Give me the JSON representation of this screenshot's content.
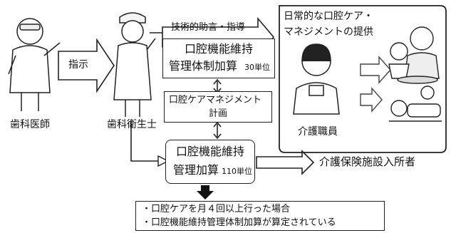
{
  "roles": {
    "dentist": "歯科医師",
    "hygienist": "歯科衛生士",
    "care_staff": "介護職員",
    "residents": "介護保険施設入所者"
  },
  "arrows": {
    "instruction": "指示",
    "advice": "技術的助言・指導"
  },
  "boxes": {
    "system_addition": {
      "line1": "口腔機能維持",
      "line2": "管理体制加算",
      "units": "30単位"
    },
    "care_plan": {
      "line1": "口腔ケアマネジメント",
      "line2": "計画"
    },
    "maintenance_addition": {
      "line1": "口腔機能維持",
      "line2": "管理加算",
      "units": "110単位"
    },
    "daily_care": {
      "line1": "日常的な口腔ケア・",
      "line2": "マネジメントの提供"
    }
  },
  "conditions": [
    "・口腔ケアを月４回以上行った場合",
    "・口腔機能維持管理体制加算が算定されている"
  ]
}
